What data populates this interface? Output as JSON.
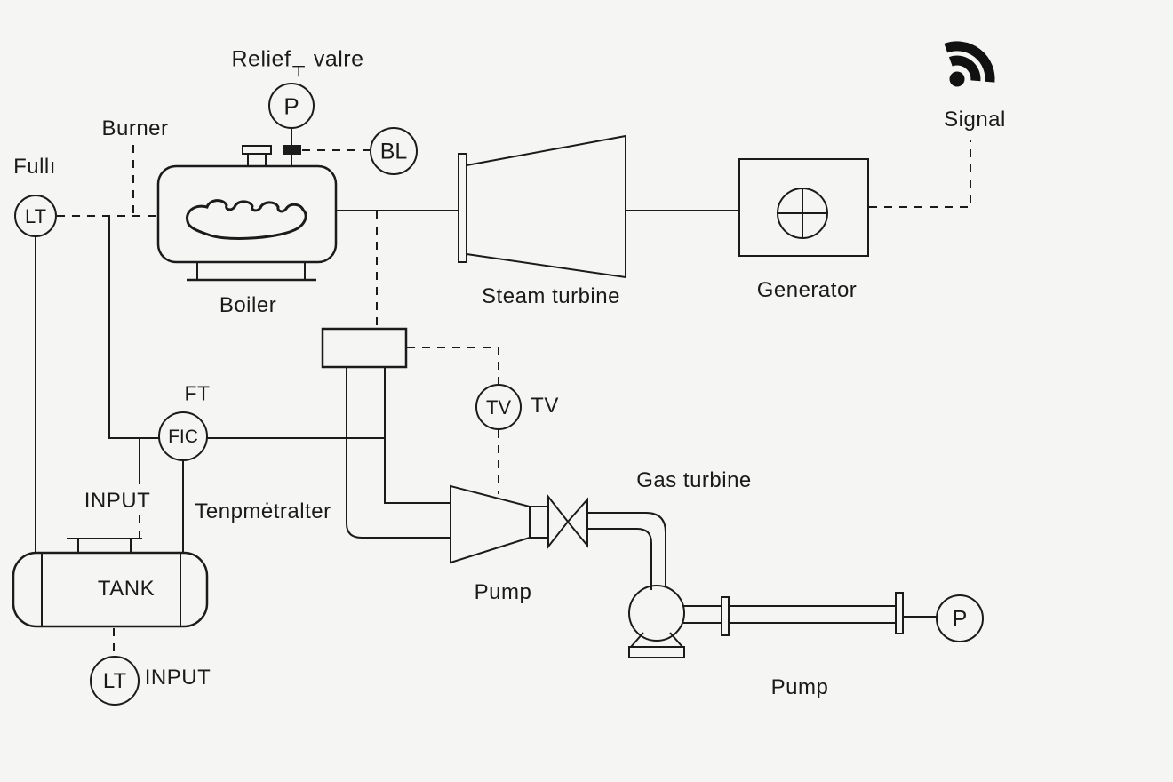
{
  "colors": {
    "background": "#f5f5f4",
    "line": "#1b1b1b",
    "text": "#1a1a1a"
  },
  "icons": {
    "signal_icon": "wifi-rss-arcs",
    "generator_icon": "circle-cross",
    "flame_icon": "boiler-flame"
  },
  "labels": {
    "relief_prefix": "Relief",
    "relief_symbol": "┬",
    "relief_suffix": "valre",
    "burner": "Burner",
    "full": "Fullı",
    "boiler": "Boiler",
    "steam_turbine": "Steam turbine",
    "generator": "Generator",
    "signal": "Signal",
    "ft": "FT",
    "temperature": "Tenpmėtralter",
    "input_top": "INPUT",
    "tank": "TANK",
    "input_bottom": "INPUT",
    "tv": "TV",
    "gas_turbine": "Gas turbine",
    "pump_left": "Pump",
    "pump_right": "Pump"
  },
  "instruments": {
    "lt_top": "LT",
    "p_relief": "P",
    "bl": "BL",
    "fic": "FIC",
    "tv": "TV",
    "lt_bottom": "LT",
    "p_discharge": "P"
  }
}
